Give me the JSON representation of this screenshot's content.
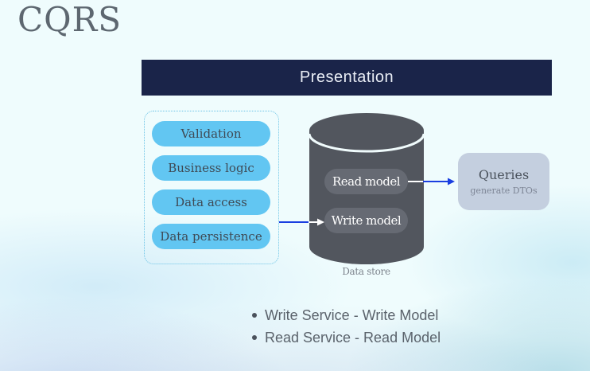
{
  "slide": {
    "title": "CQRS"
  },
  "diagram": {
    "presentation_layer": "Presentation",
    "service_layers": [
      {
        "label": "Validation"
      },
      {
        "label": "Business logic"
      },
      {
        "label": "Data access"
      },
      {
        "label": "Data persistence"
      }
    ],
    "data_store": {
      "label": "Data store",
      "read_model": "Read model",
      "write_model": "Write model"
    },
    "queries": {
      "title": "Queries",
      "subtitle": "generate DTOs"
    },
    "colors": {
      "presentation_bg": "#1a2449",
      "service_pill": "#62c6f2",
      "data_store": "#52565e",
      "model_pill": "#666a73",
      "queries_bg": "#c4cfdf",
      "arrow": "#1a3fe0"
    }
  },
  "bullets": [
    {
      "text": "Write Service - Write Model"
    },
    {
      "text": "Read Service - Read Model"
    }
  ]
}
